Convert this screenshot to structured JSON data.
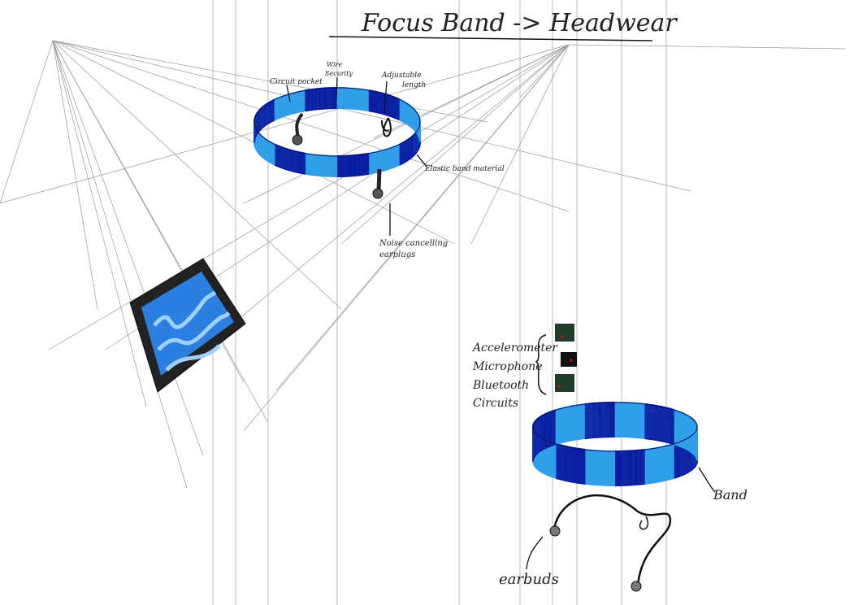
{
  "title": "Focus Band -> Headwear",
  "labels": {
    "circuit_pocket": "Circuit pocket",
    "wire_security": [
      "Wire",
      "Security"
    ],
    "adjustable_length": [
      "Adjustable",
      "length"
    ],
    "elastic_band": "Elastic band material",
    "noise_cancelling": [
      "Noise cancelling",
      "earplugs"
    ],
    "components": [
      "Accelerometer",
      "Microphone",
      "Bluetooth",
      "Circuits"
    ],
    "band": "Band",
    "earbuds": "earbuds"
  },
  "colors": {
    "band_dark": "#0a1aa0",
    "band_light": "#2f9fe8",
    "screen": "#2a7fe0",
    "circuit_green": "#1f3f2a"
  }
}
